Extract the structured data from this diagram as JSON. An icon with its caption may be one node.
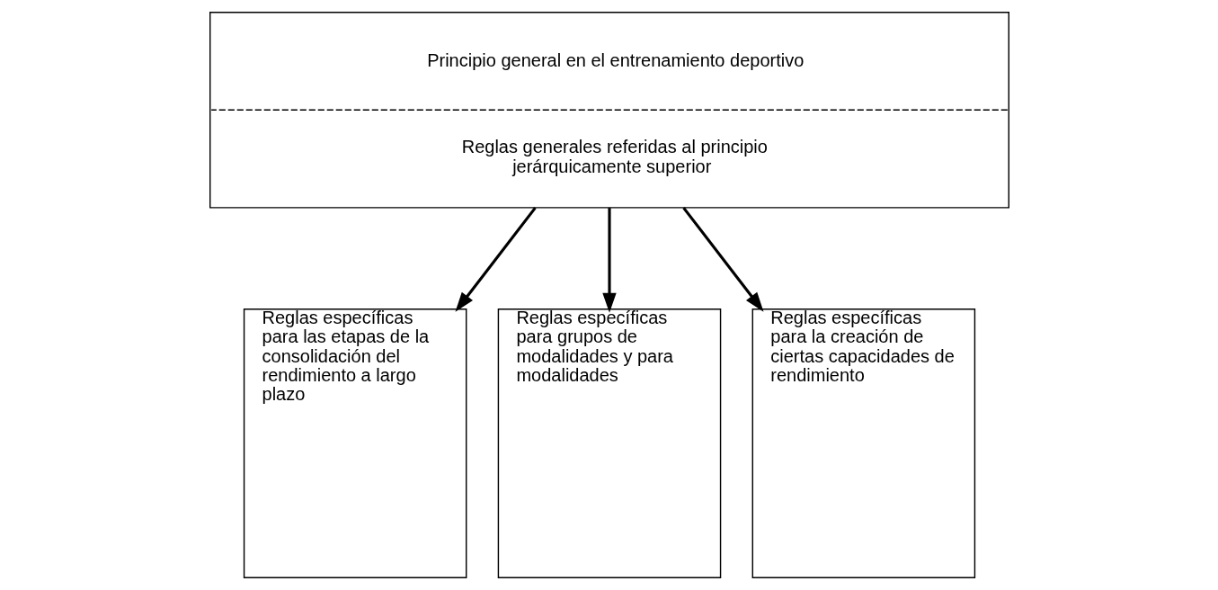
{
  "diagram": {
    "nodes": [
      {
        "text": [
          "Principio general en el entrenamiento deportivo",
          "Reglas generales referidas al principio jerárquicamente superior"
        ]
      },
      {
        "text": [
          "Reglas específicas para las etapas de la consolidación del rendimiento a largo plazo"
        ]
      },
      {
        "text": [
          "Reglas específicas para grupos de modalidades y para modalidades"
        ]
      },
      {
        "text": [
          "Reglas específicas para la creación de ciertas capacidades de rendimiento"
        ]
      }
    ],
    "edges": [
      {
        "from": 0,
        "to": 1,
        "arrow": "to"
      },
      {
        "from": 0,
        "to": 2,
        "arrow": "to"
      },
      {
        "from": 0,
        "to": 3,
        "arrow": "to"
      }
    ]
  }
}
